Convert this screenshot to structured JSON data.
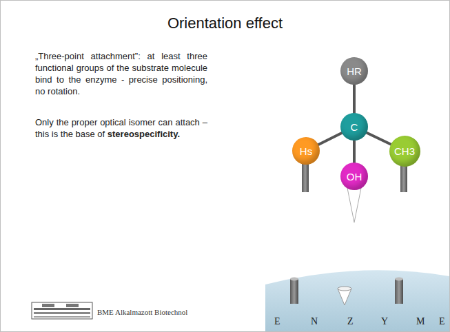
{
  "diagram": {
    "title": "Orientation effect",
    "nodes": [
      {
        "text": [
          "HR"
        ]
      },
      {
        "text": [
          "C"
        ]
      },
      {
        "text": [
          "Hs"
        ]
      },
      {
        "text": [
          "CH3"
        ]
      },
      {
        "text": [
          "OH"
        ]
      }
    ],
    "edges": [
      {
        "from": 1,
        "to": 0,
        "arrow": "none"
      },
      {
        "from": 1,
        "to": 2,
        "arrow": "none"
      },
      {
        "from": 1,
        "to": 3,
        "arrow": "none"
      },
      {
        "from": 1,
        "to": 4,
        "arrow": "none"
      }
    ],
    "labels": [
      "„Three-point attachment”: at least three functional groups of the substrate molecule bind to the enzyme - precise positioning, no rotation.",
      "Only the proper optical isomer can attach – this is the base of",
      "stereospecificity.",
      "E",
      "N",
      "Z",
      "Y",
      "M",
      "E",
      "BME Alkalmazott Biotechnol"
    ]
  }
}
